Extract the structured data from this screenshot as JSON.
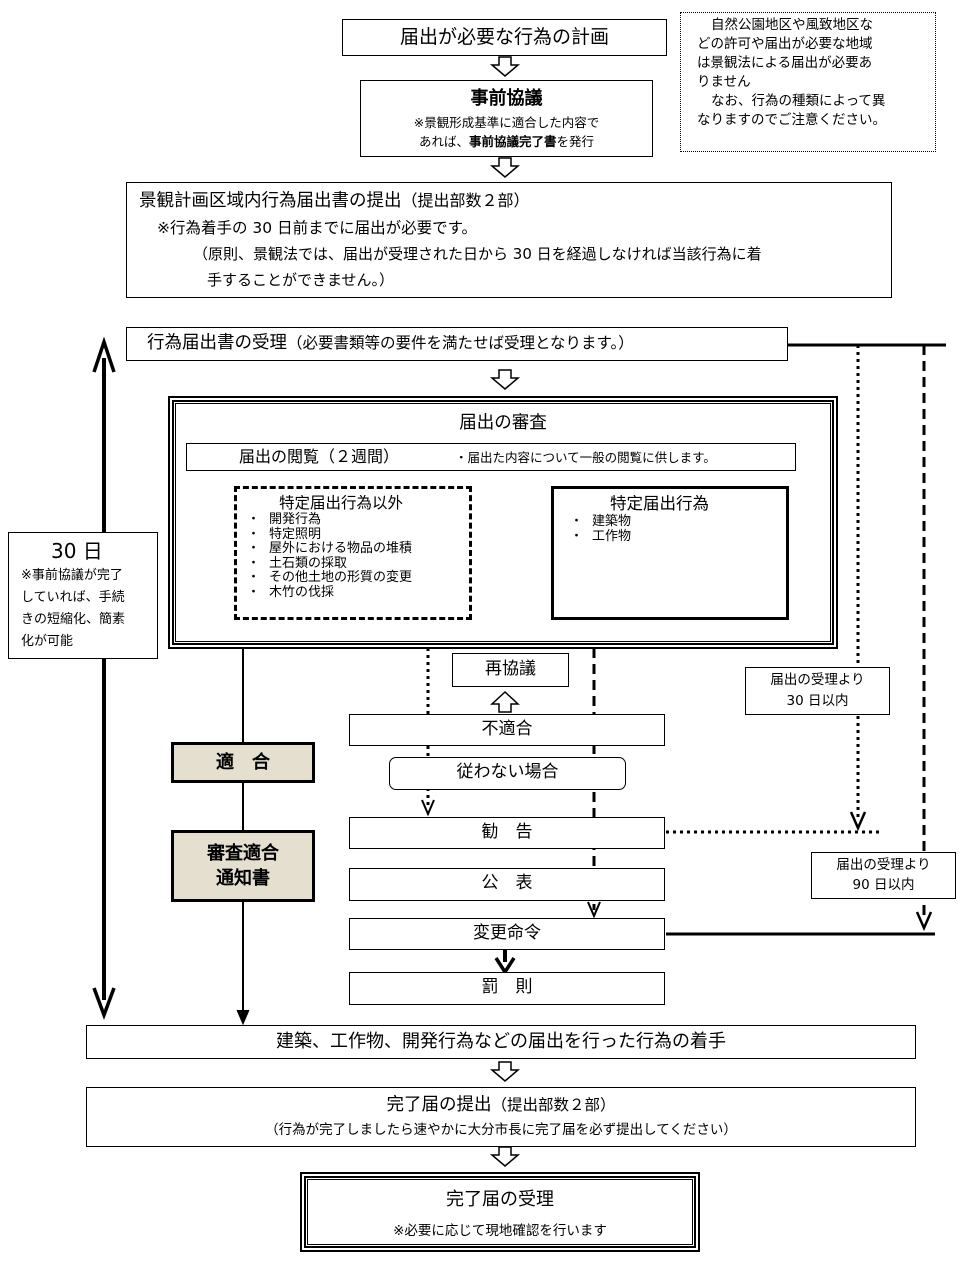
{
  "steps": {
    "plan": "届出が必要な行為の計画",
    "pre_consult": {
      "title": "事前協議",
      "note_line1": "※景観形成基準に適合した内容で",
      "note_line2_prefix": "あれば、",
      "note_line2_bold": "事前協議完了書",
      "note_line2_suffix": "を発行"
    },
    "submission": {
      "title": "景観計画区域内行為届出書の提出",
      "title_suffix": "（提出部数２部）",
      "line1": "※行為着手の 30 日前までに届出が必要です。",
      "line2": "（原則、景観法では、届出が受理された日から 30 日を経過しなければ当該行為に着",
      "line3": "手することができません。）"
    },
    "receipt": {
      "title": "行為届出書の受理",
      "suffix": "（必要書類等の要件を満たせば受理となります。）"
    },
    "review": {
      "title": "届出の審査",
      "inspection_title": "届出の閲覧（２週間）",
      "inspection_note": "・届出た内容について一般の閲覧に供します。",
      "other_acts": {
        "title": "特定届出行為以外",
        "items": [
          "開発行為",
          "特定照明",
          "屋外における物品の堆積",
          "土石類の採取",
          "その他土地の形質の変更",
          "木竹の伐採"
        ]
      },
      "specified_acts": {
        "title": "特定届出行為",
        "items": [
          "建築物",
          "工作物"
        ]
      }
    },
    "reconsult": "再協議",
    "nonconform": "不適合",
    "not_follow": "従わない場合",
    "advice": "勧　告",
    "publication": "公　表",
    "change_order": "変更命令",
    "penalty": "罰　則",
    "conform": "適　合",
    "conform_notice_line1": "審査適合",
    "conform_notice_line2": "通知書",
    "start": "建築、工作物、開発行為などの届出を行った行為の着手",
    "completion": {
      "title": "完了届の提出",
      "title_suffix": "（提出部数２部）",
      "note": "（行為が完了しましたら速やかに大分市長に完了届を必ず提出してください）"
    },
    "completion_receipt": {
      "title": "完了届の受理",
      "note": "※必要に応じて現地確認を行います"
    }
  },
  "side_note": {
    "line1": "自然公園地区や風致地区な",
    "line2": "どの許可や届出が必要な地域",
    "line3": "は景観法による届出が必要あ",
    "line4": "りません",
    "line5": "なお、行為の種類によって異",
    "line6": "なりますのでご注意ください。"
  },
  "days30": {
    "title": "30 日",
    "note1": "※事前協議が完了",
    "note2": "していれば、手続",
    "note3": "きの短縮化、簡素",
    "note4": "化が可能"
  },
  "within30": {
    "line1": "届出の受理より",
    "line2": "30 日以内"
  },
  "within90": {
    "line1": "届出の受理より",
    "line2": "90 日以内"
  }
}
